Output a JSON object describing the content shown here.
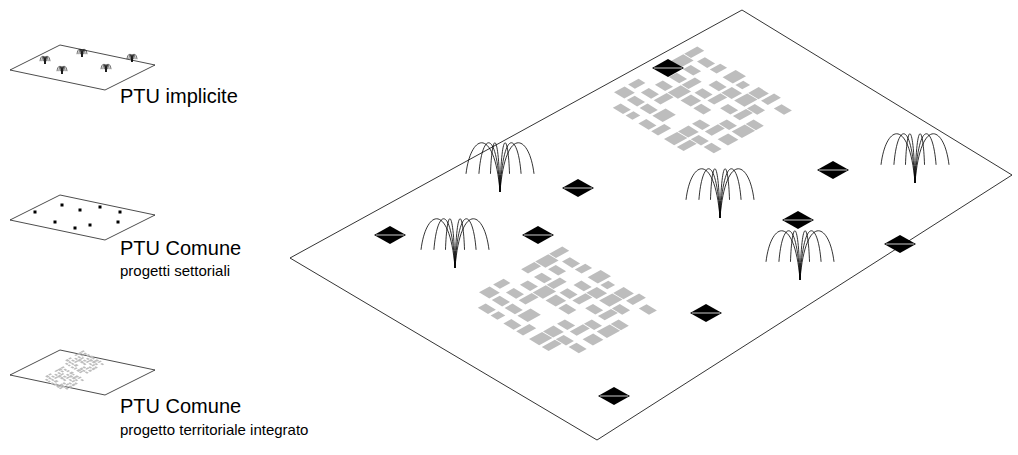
{
  "diagram": {
    "labels": [
      "PTU implicite",
      "PTU Comune",
      "progetti settoriali",
      "PTU Comune",
      "progetto territoriale integrato"
    ]
  }
}
